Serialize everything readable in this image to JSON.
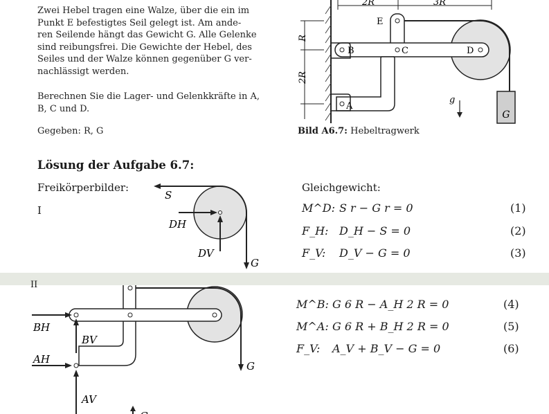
{
  "problem": {
    "lines": [
      "Zwei Hebel tragen eine Walze, über die ein im",
      "Punkt E befestigtes Seil gelegt ist.  Am ande-",
      "ren Seilende hängt das Gewicht G. Alle Gelenke",
      "sind reibungsfrei.  Die Gewichte der Hebel, des",
      "Seiles und der Walze können gegenüber G ver-",
      "nachlässigt werden."
    ],
    "task_lines": [
      "Berechnen Sie die Lager- und Gelenkkräfte in A,",
      "B, C und D."
    ],
    "given": "Gegeben: R, G"
  },
  "figure": {
    "caption_bold": "Bild A6.7:",
    "caption_text": " Hebeltragwerk",
    "dim_2R_top": "2R",
    "dim_3R_top": "3R",
    "dim_R_side": "R",
    "dim_2R_side": "2R",
    "point_E": "E",
    "point_B": "B",
    "point_C": "C",
    "point_D": "D",
    "point_A": "A",
    "g": "g",
    "weight": "G"
  },
  "solution": {
    "heading": "Lösung der Aufgabe 6.7:",
    "fbd_label": "Freikörperbilder:",
    "part_I": "I",
    "part_II": "II",
    "equilibrium_label": "Gleichgewicht:",
    "fbd1": {
      "S": "S",
      "DH": "DH",
      "DV": "DV",
      "G": "G"
    },
    "fbd2": {
      "BH": "BH",
      "BV": "BV",
      "AH": "AH",
      "AV": "AV",
      "G": "G",
      "G2": "G"
    },
    "equations": [
      {
        "lhs": "M^D:",
        "rhs": "S r − G r = 0",
        "num": "(1)"
      },
      {
        "lhs": "F_H:",
        "rhs": "D_H − S  = 0",
        "num": "(2)"
      },
      {
        "lhs": "F_V:",
        "rhs": "D_V − G  = 0",
        "num": "(3)"
      },
      {
        "lhs": "M^B:",
        "rhs": "G 6 R − A_H 2 R = 0",
        "num": "(4)"
      },
      {
        "lhs": "M^A:",
        "rhs": "G 6 R + B_H 2 R = 0",
        "num": "(5)"
      },
      {
        "lhs": "F_V:",
        "rhs": "A_V + B_V − G  = 0",
        "num": "(6)"
      }
    ]
  }
}
